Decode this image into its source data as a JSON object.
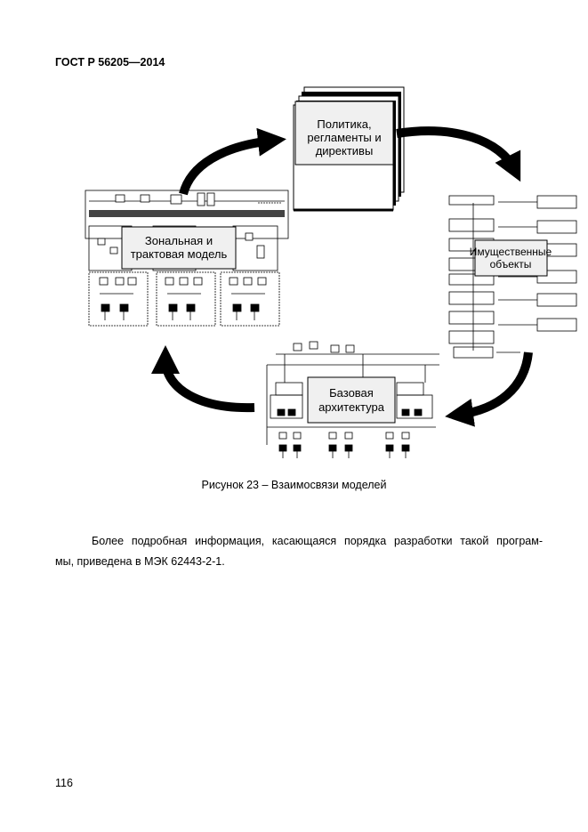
{
  "header": {
    "standard": "ГОСТ Р 56205—2014"
  },
  "figure": {
    "labels": {
      "policy": [
        "Политика,",
        "регламенты и",
        "директивы"
      ],
      "zonal": [
        "Зональная и",
        "трактовая модель"
      ],
      "assets": [
        "Имущественные",
        "объекты"
      ],
      "base": [
        "Базовая",
        "архитектура"
      ]
    },
    "caption": "Рисунок 23 – Взаимосвязи моделей"
  },
  "body": {
    "paragraph_line1": "Более подробная информация, касающаяся порядка разработки такой програм-",
    "paragraph_line2": "мы, приведена в МЭК 62443-2-1."
  },
  "footer": {
    "page_number": "116"
  }
}
